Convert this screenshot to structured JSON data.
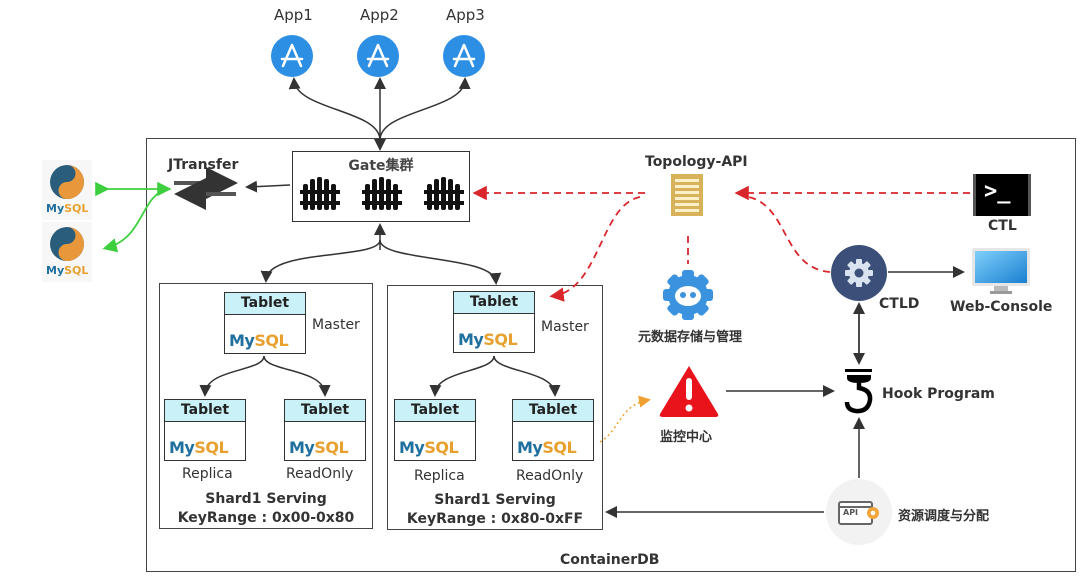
{
  "apps": [
    {
      "label": "App1"
    },
    {
      "label": "App2"
    },
    {
      "label": "App3"
    }
  ],
  "external_mysql": [
    {
      "label": "MySQL"
    },
    {
      "label": "MySQL"
    }
  ],
  "jtransfer": {
    "label": "JTransfer"
  },
  "gate": {
    "title": "Gate集群"
  },
  "topology_api": {
    "label": "Topology-API"
  },
  "ctl": {
    "label": "CTL",
    "prompt": ">_"
  },
  "ctld": {
    "label": "CTLD"
  },
  "web_console": {
    "label": "Web-Console"
  },
  "metadata": {
    "label": "元数据存储与管理"
  },
  "monitor": {
    "label": "监控中心"
  },
  "hook": {
    "label": "Hook Program"
  },
  "scheduler": {
    "label": "资源调度与分配",
    "badge": "API"
  },
  "container": {
    "label": "ContainerDB"
  },
  "shards": [
    {
      "title": "Shard1 Serving",
      "keyrange": "KeyRange : 0x00-0x80",
      "master": {
        "header": "Tablet",
        "role": "Master"
      },
      "replica": {
        "header": "Tablet",
        "role": "Replica"
      },
      "readonly": {
        "header": "Tablet",
        "role": "ReadOnly"
      }
    },
    {
      "title": "Shard1 Serving",
      "keyrange": "KeyRange : 0x80-0xFF",
      "master": {
        "header": "Tablet",
        "role": "Master"
      },
      "replica": {
        "header": "Tablet",
        "role": "Replica"
      },
      "readonly": {
        "header": "Tablet",
        "role": "ReadOnly"
      }
    }
  ],
  "mysql_logo": {
    "my": "My",
    "sql": "SQL"
  },
  "colors": {
    "app_blue": "#2d8fe4",
    "tablet_header": "#c9f1f7",
    "red_dashed": "#d9262b",
    "green_link": "#3ecf3e",
    "ctld_navy": "#3b4f78",
    "alert_red": "#e8131b",
    "topology_gold": "#d8b25a"
  }
}
